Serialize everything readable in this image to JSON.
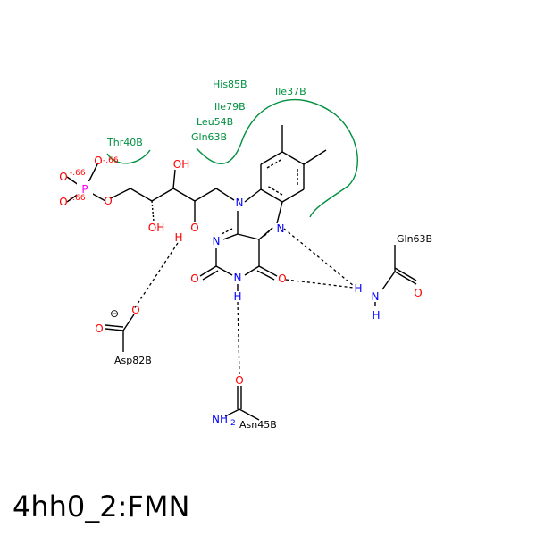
{
  "title": "4hh0_2:FMN",
  "colors": {
    "carbon_bond": "#000000",
    "oxygen": "#ff0000",
    "nitrogen": "#0000ff",
    "phosphorus": "#ff00ff",
    "hydrophobic_residue": "#009040",
    "background": "#ffffff"
  },
  "atoms": {
    "o_p_top": "O",
    "o_p_left1": "O",
    "o_p_left2": "O",
    "p": "P",
    "o_ester": "O",
    "o_oh1": "OH",
    "o_oh2": "OH",
    "o_ribose": "O",
    "h_ribose": "H",
    "n10": "N",
    "n5": "N",
    "n1": "N",
    "n3": "N",
    "h_n3": "H",
    "o2": "O",
    "o4": "O",
    "asp_o1": "O",
    "asp_o2": "O",
    "asp_charge": "⊖",
    "asn_o": "O",
    "asn_n": "NH",
    "asn_sub": "2",
    "gln_o": "O",
    "gln_n": "N",
    "gln_h1": "H",
    "gln_h2": "H"
  },
  "charges": {
    "c1": "-.66",
    "c2": "-.66",
    "c3": "-.66"
  },
  "residues": {
    "his85b": "His85B",
    "ile37b": "Ile37B",
    "ile79b": "Ile79B",
    "leu54b": "Leu54B",
    "gln63b_hydrophobic": "Gln63B",
    "thr40b": "Thr40B",
    "gln63b": "Gln63B",
    "asp82b": "Asp82B",
    "asn45b": "Asn45B"
  }
}
